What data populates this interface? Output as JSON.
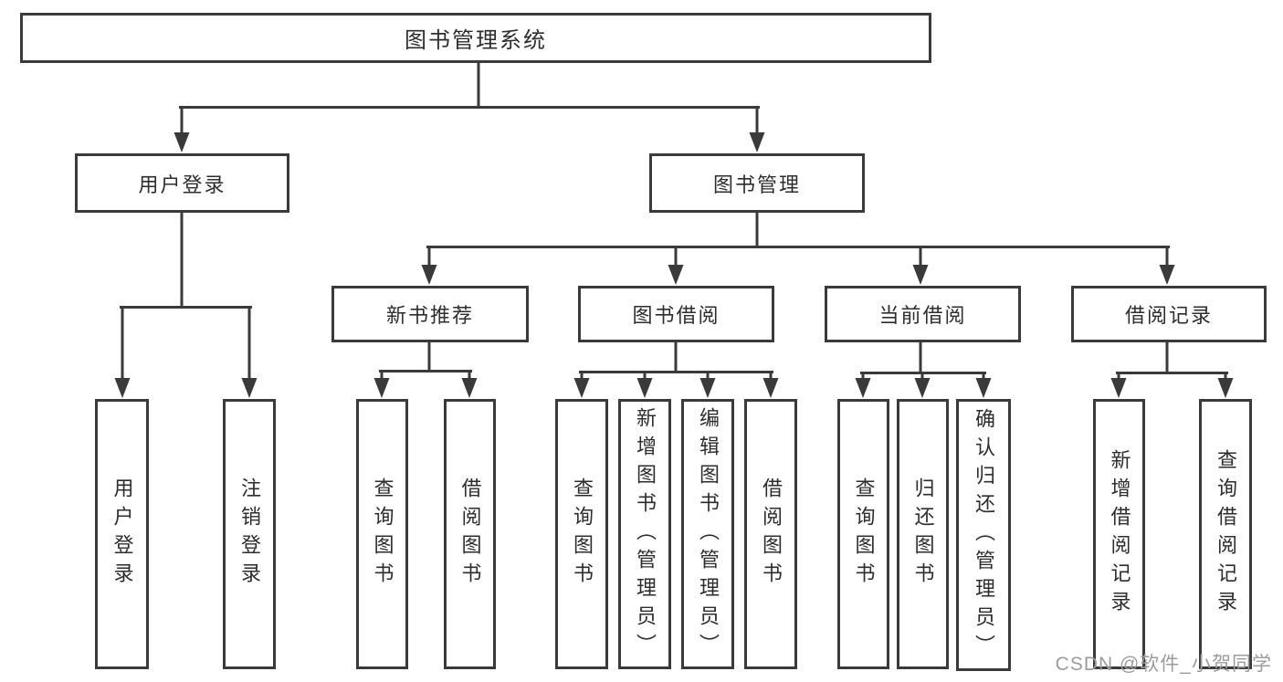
{
  "diagram": {
    "root": {
      "label": "图书管理系统"
    },
    "level2": [
      {
        "label": "用户登录"
      },
      {
        "label": "图书管理"
      }
    ],
    "level3": [
      {
        "label": "新书推荐"
      },
      {
        "label": "图书借阅"
      },
      {
        "label": "当前借阅"
      },
      {
        "label": "借阅记录"
      }
    ],
    "leaves": {
      "user_login": [
        "用户登录",
        "注销登录"
      ],
      "new_book_recommend": [
        "查询图书",
        "借阅图书"
      ],
      "book_borrow": [
        "查询图书",
        "新增图书（管理员）",
        "编辑图书（管理员）",
        "借阅图书"
      ],
      "current_borrow": [
        "查询图书",
        "归还图书",
        "确认归还（管理员）"
      ],
      "borrow_records": [
        "新增借阅记录",
        "查询借阅记录"
      ]
    }
  },
  "watermark": {
    "text": "CSDN @软件_小贺同学"
  },
  "colors": {
    "line": "#3a3a3a",
    "text": "#2d2d2d",
    "background": "#ffffff",
    "watermark": "#9c9c9c"
  }
}
